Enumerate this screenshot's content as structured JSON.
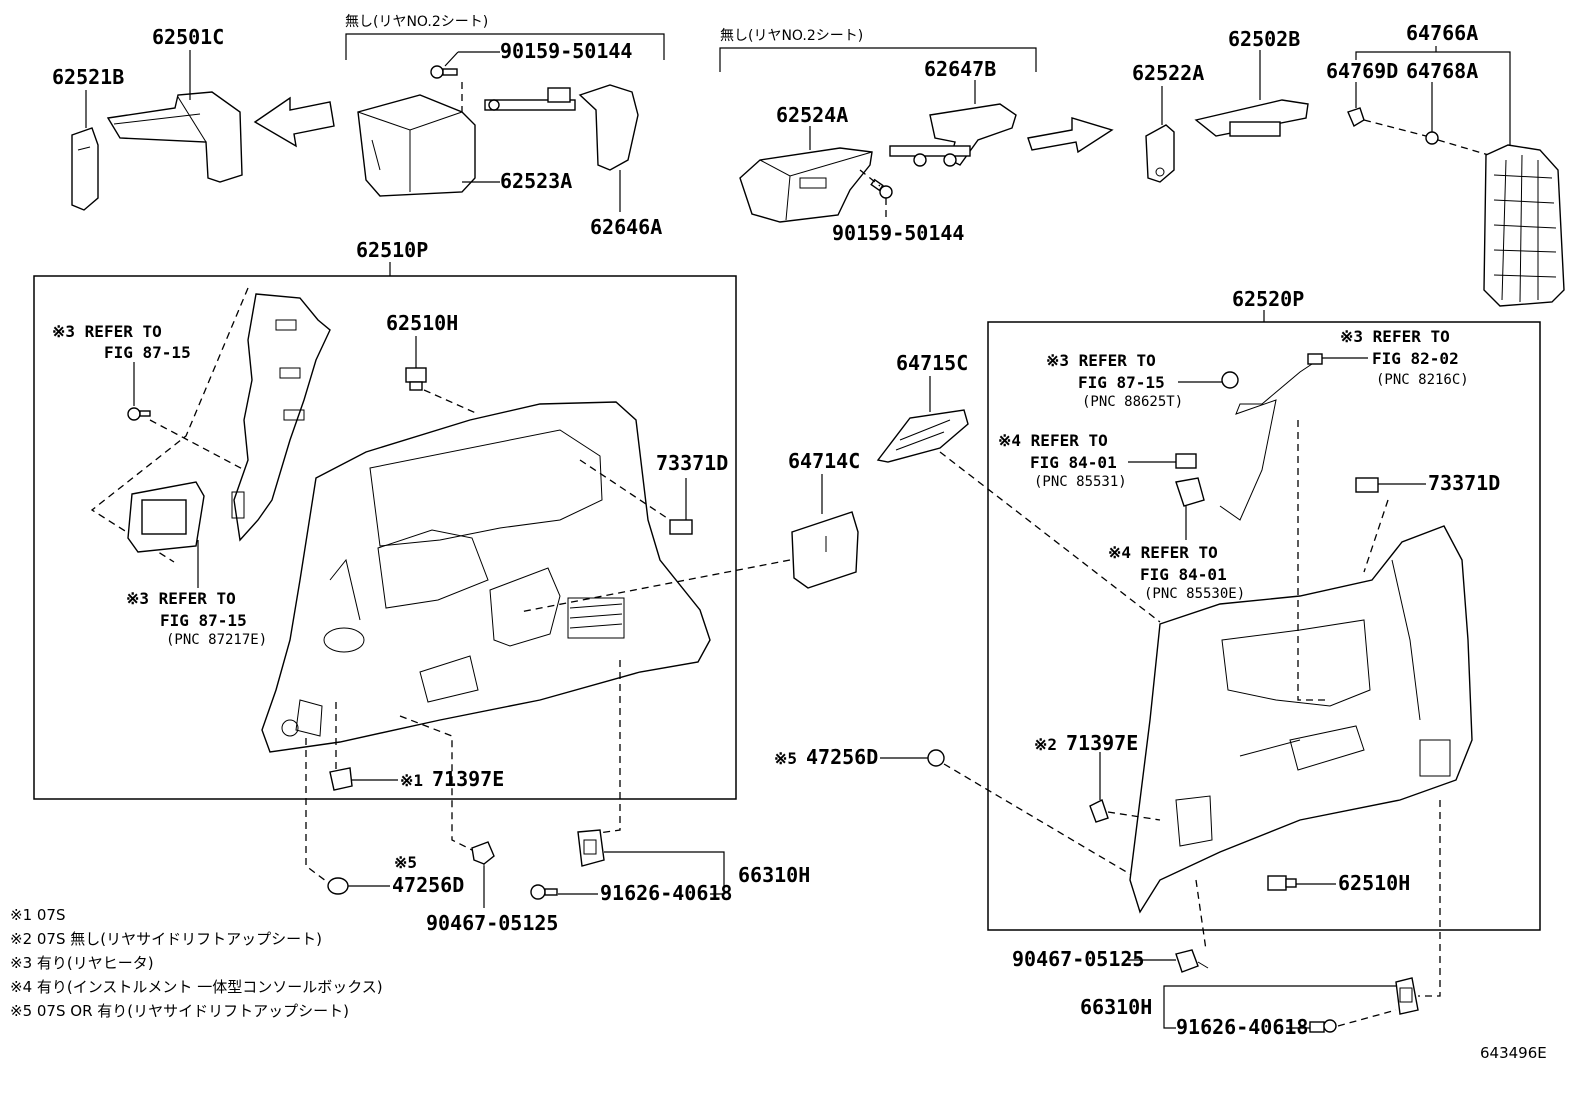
{
  "labels": {
    "p62501C": "62501C",
    "p62521B": "62521B",
    "p62523A": "62523A",
    "p62646A": "62646A",
    "p90159_top": "90159-50144",
    "p62524A": "62524A",
    "p62647B": "62647B",
    "p90159_mid": "90159-50144",
    "p62522A": "62522A",
    "p62502B": "62502B",
    "p64766A": "64766A",
    "p64769D": "64769D",
    "p64768A": "64768A",
    "p62510P": "62510P",
    "p62510H_l": "62510H",
    "p73371D_l": "73371D",
    "p64714C": "64714C",
    "p64715C": "64715C",
    "p62520P": "62520P",
    "p73371D_r": "73371D",
    "p47256D_mid": "47256D",
    "p71397E_r": "71397E",
    "p62510H_r": "62510H",
    "p71397E_l": "71397E",
    "p47256D_l": "47256D",
    "p66310H_l": "66310H",
    "p91626_l": "91626-40618",
    "p90467_l": "90467-05125",
    "p90467_r": "90467-05125",
    "p66310H_r": "66310H",
    "p91626_r": "91626-40618"
  },
  "annotations": {
    "mark1": "※1",
    "mark2": "※2",
    "mark5_mid": "※5",
    "mark5_l": "※5",
    "ref_l_top_1": "※3 REFER TO",
    "ref_l_top_2": "FIG 87-15",
    "ref_l_bot_1": "※3 REFER TO",
    "ref_l_bot_2": "FIG 87-15",
    "ref_l_bot_3": "(PNC 87217E)",
    "ref_r1_1": "※3 REFER TO",
    "ref_r1_2": "FIG 87-15",
    "ref_r1_3": "(PNC 88625T)",
    "ref_r2_1": "※3 REFER TO",
    "ref_r2_2": "FIG 82-02",
    "ref_r2_3": "(PNC 8216C)",
    "ref_r3_1": "※4 REFER TO",
    "ref_r3_2": "FIG 84-01",
    "ref_r3_3": "(PNC 85531)",
    "ref_r4_1": "※4 REFER TO",
    "ref_r4_2": "FIG 84-01",
    "ref_r4_3": "(PNC 85530E)",
    "group_left": "無し(リヤNO.2シート)",
    "group_mid": "無し(リヤNO.2シート)"
  },
  "footnotes": [
    "※1 07S",
    "※2 07S 無し(リヤサイドリフトアップシート)",
    "※3 有り(リヤヒータ)",
    "※4 有り(インストルメント 一体型コンソールボックス)",
    "※5 07S OR 有り(リヤサイドリフトアップシート)"
  ],
  "figure_code": "643496E"
}
